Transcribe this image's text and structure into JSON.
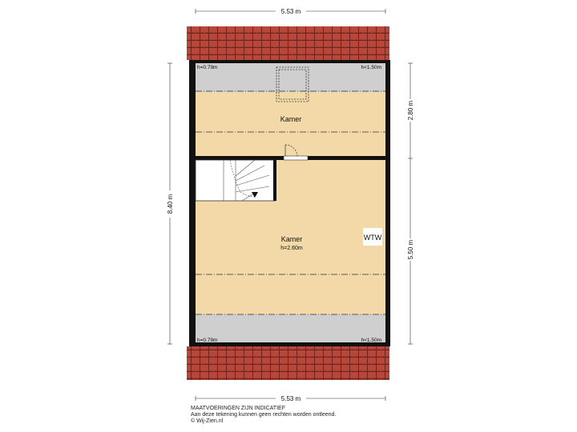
{
  "dimensions": {
    "top_width": "5.53 m",
    "bottom_width": "5.53 m",
    "left_height": "8.40 m",
    "right_upper": "2.80 m",
    "right_lower": "5.50 m"
  },
  "rooms": {
    "upper": {
      "name": "Kamer"
    },
    "lower": {
      "name": "Kamer",
      "height": "h=2.60m"
    },
    "wtw": "WTW"
  },
  "heights": {
    "top_left": "h=0.79m",
    "top_right": "h<1.50m",
    "bottom_left": "h=0.79m",
    "bottom_right": "h<1.50m"
  },
  "footer": {
    "line1": "MAATVOERINGEN ZIJN INDICATIEF",
    "line2": "Aan deze tekening kunnen geen rechten worden ontleend.",
    "line3": "© Wij-Zien.nl"
  },
  "colors": {
    "roof": "#b5493d",
    "floor": "#f3d9a8",
    "low_zone": "#cfcfcf",
    "wall": "#111111"
  }
}
